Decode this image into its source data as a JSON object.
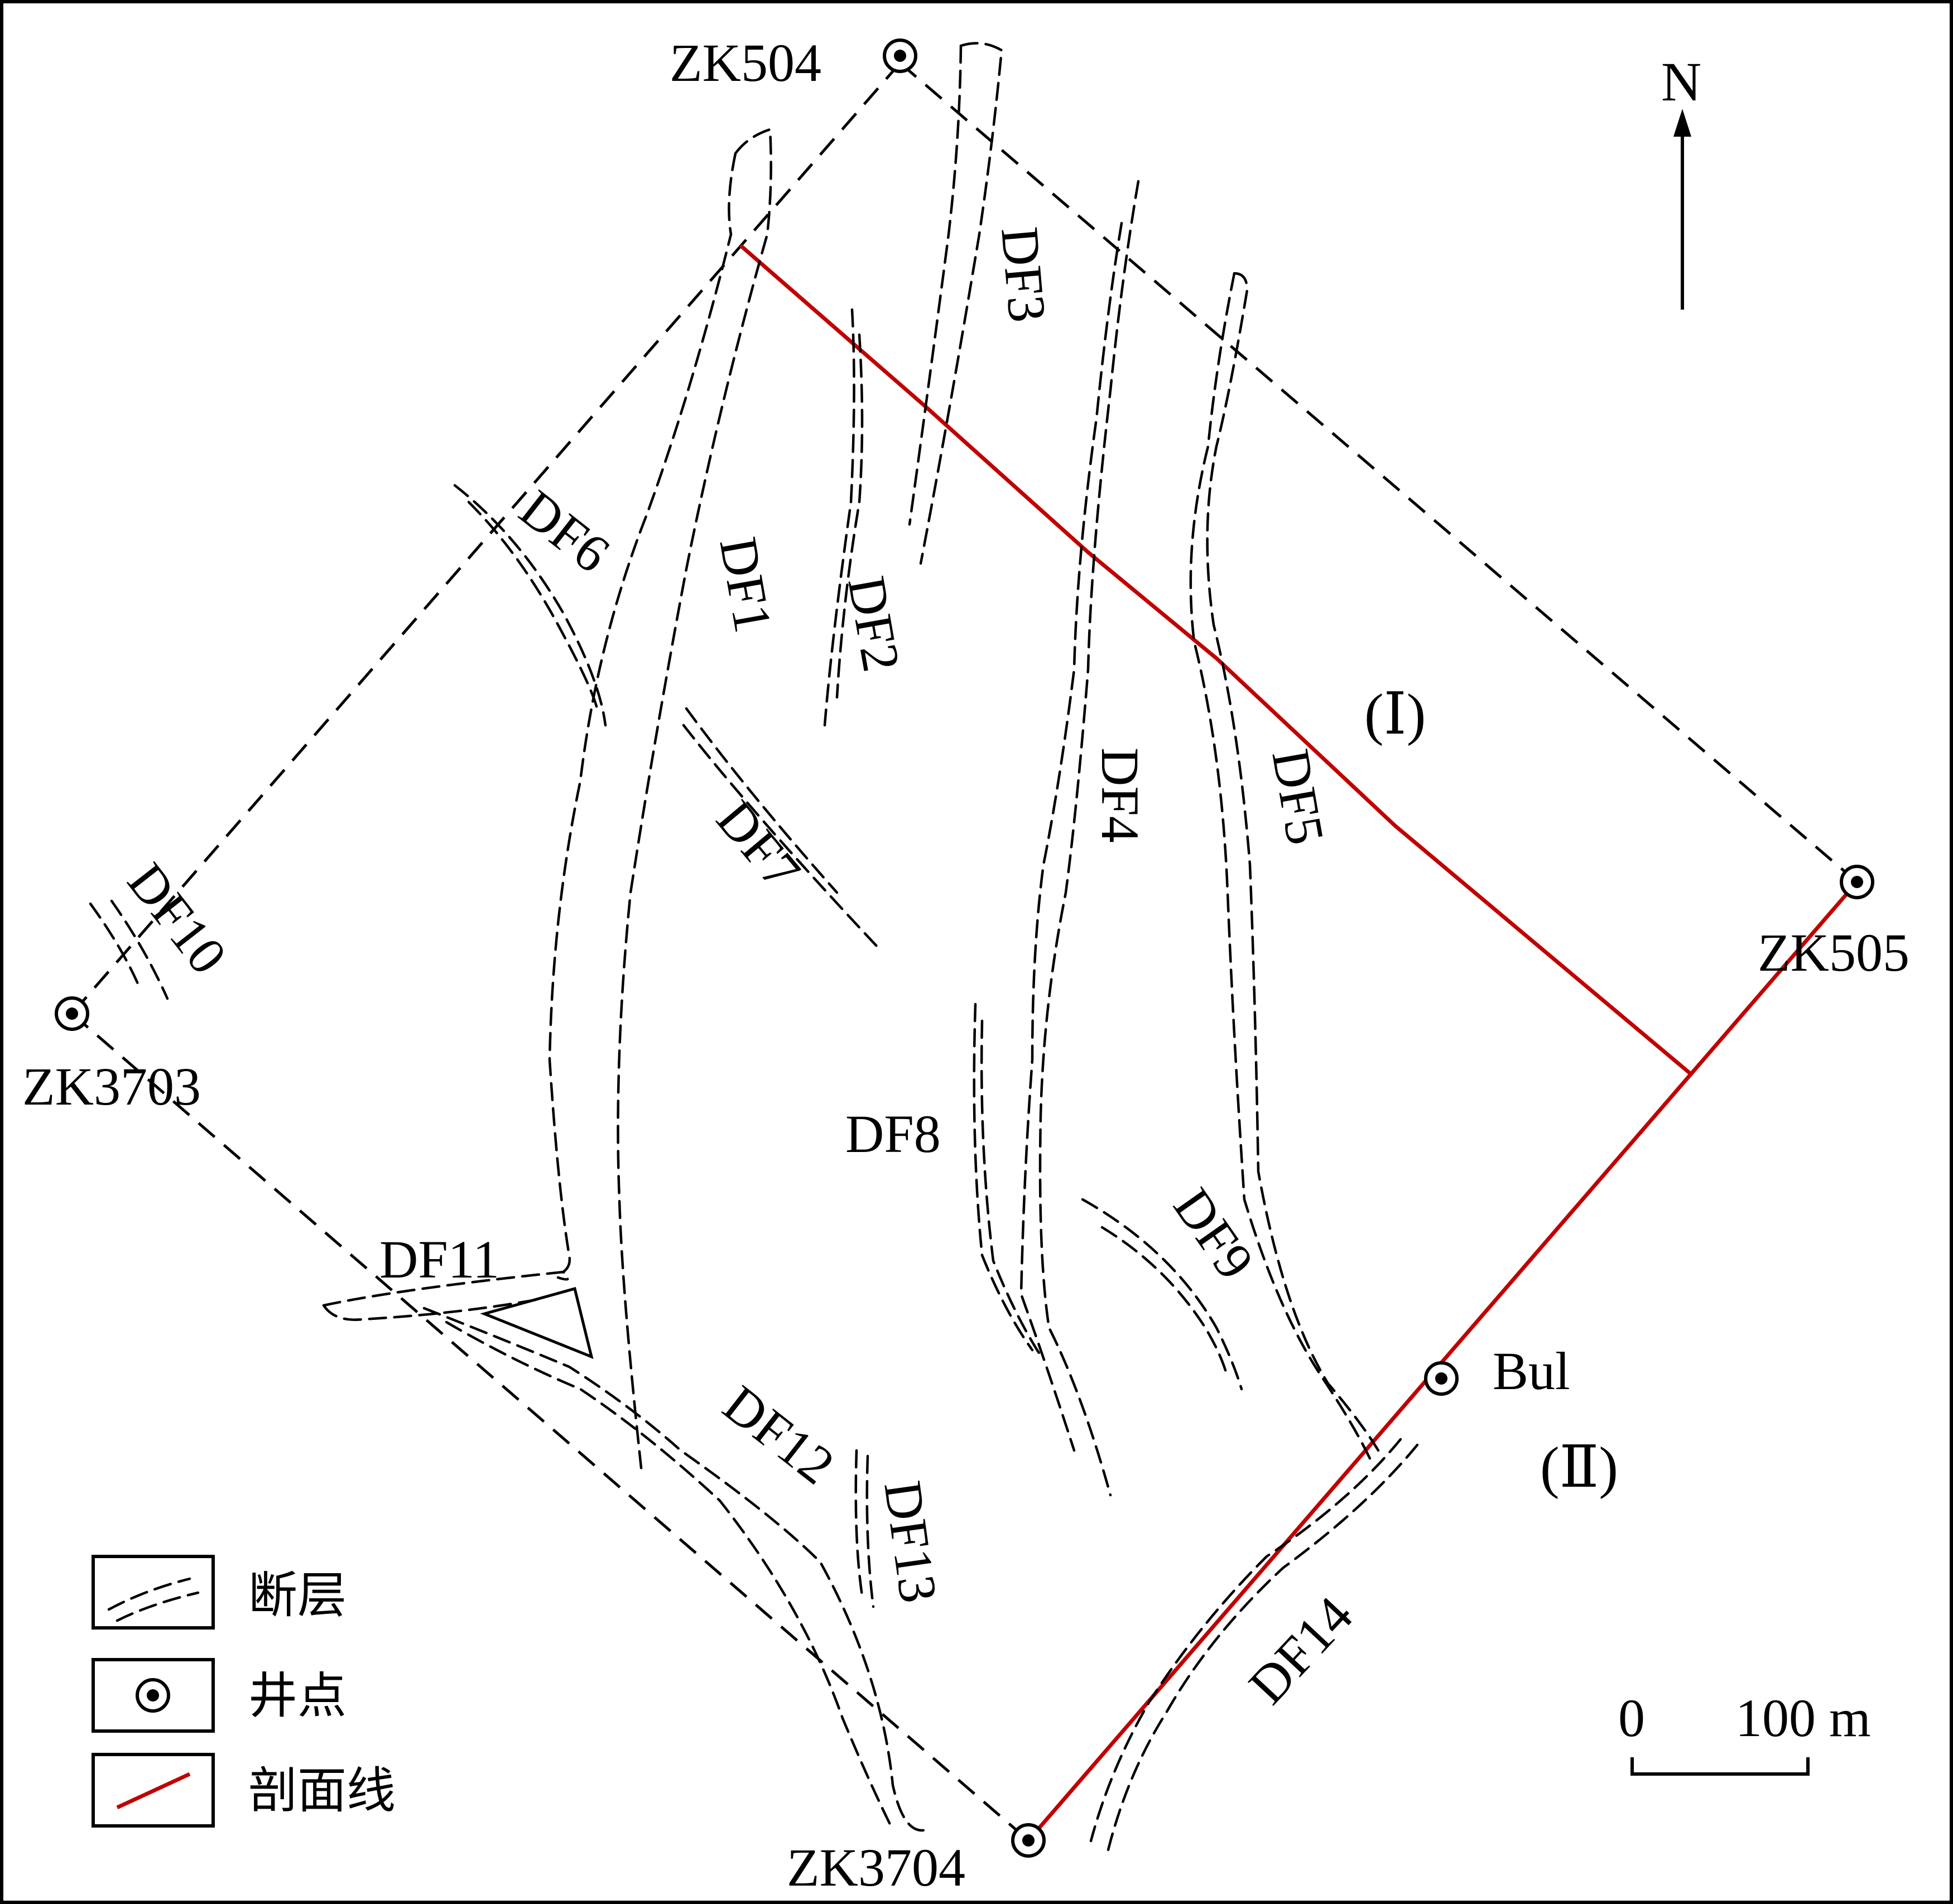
{
  "wells": [
    {
      "id": "zk504",
      "label": "ZK504"
    },
    {
      "id": "zk505",
      "label": "ZK505"
    },
    {
      "id": "zk3703",
      "label": "ZK3703"
    },
    {
      "id": "zk3704",
      "label": "ZK3704"
    },
    {
      "id": "bul",
      "label": "Bul"
    }
  ],
  "faults": [
    "DF1",
    "DF2",
    "DF3",
    "DF4",
    "DF5",
    "DF6",
    "DF7",
    "DF8",
    "DF9",
    "DF10",
    "DF11",
    "DF12",
    "DF13",
    "DF14"
  ],
  "regions": {
    "region1": "(Ⅰ)",
    "region2": "(Ⅱ)"
  },
  "north": {
    "label": "N"
  },
  "scale": {
    "start": "0",
    "end": "100 m"
  },
  "legend": {
    "fault": "断层",
    "well": "井点",
    "profile": "剖面线"
  },
  "colors": {
    "profile_line": "#c00000",
    "ink": "#000000",
    "background": "#ffffff"
  },
  "icons": {
    "north": "north-arrow-icon",
    "well": "well-point-icon"
  }
}
